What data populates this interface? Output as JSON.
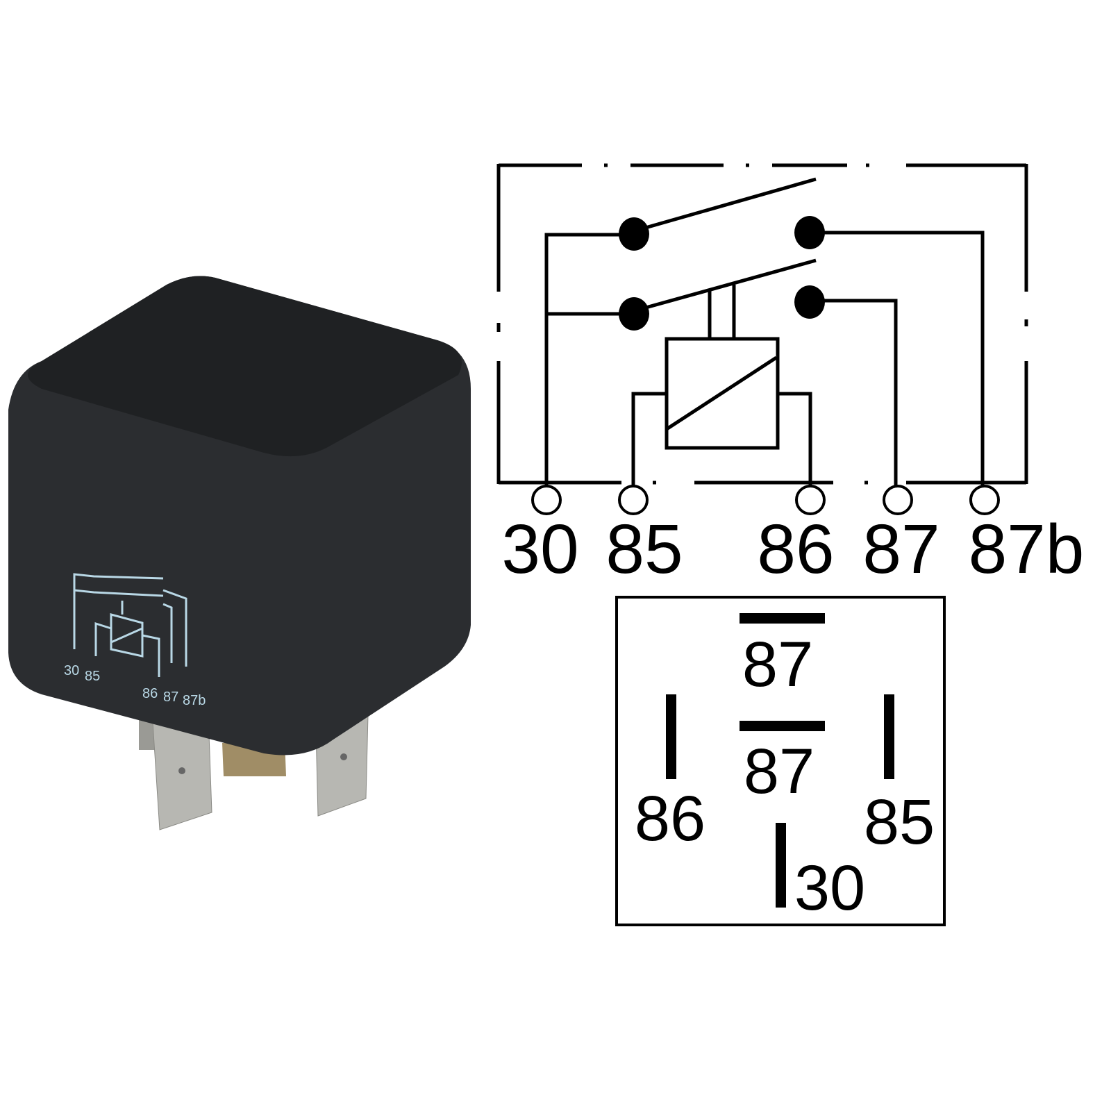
{
  "relay_photo": {
    "printed_labels": [
      "30",
      "85",
      "86",
      "87",
      "87b"
    ]
  },
  "schematic": {
    "terminals": [
      "30",
      "85",
      "86",
      "87",
      "87b"
    ]
  },
  "pinout": {
    "labels": {
      "top": "87",
      "middle": "87",
      "left": "86",
      "right": "85",
      "bottom": "30"
    }
  },
  "colors": {
    "housing": "#2a2c2e",
    "print": "#b9d8e6",
    "ink": "#000000"
  }
}
